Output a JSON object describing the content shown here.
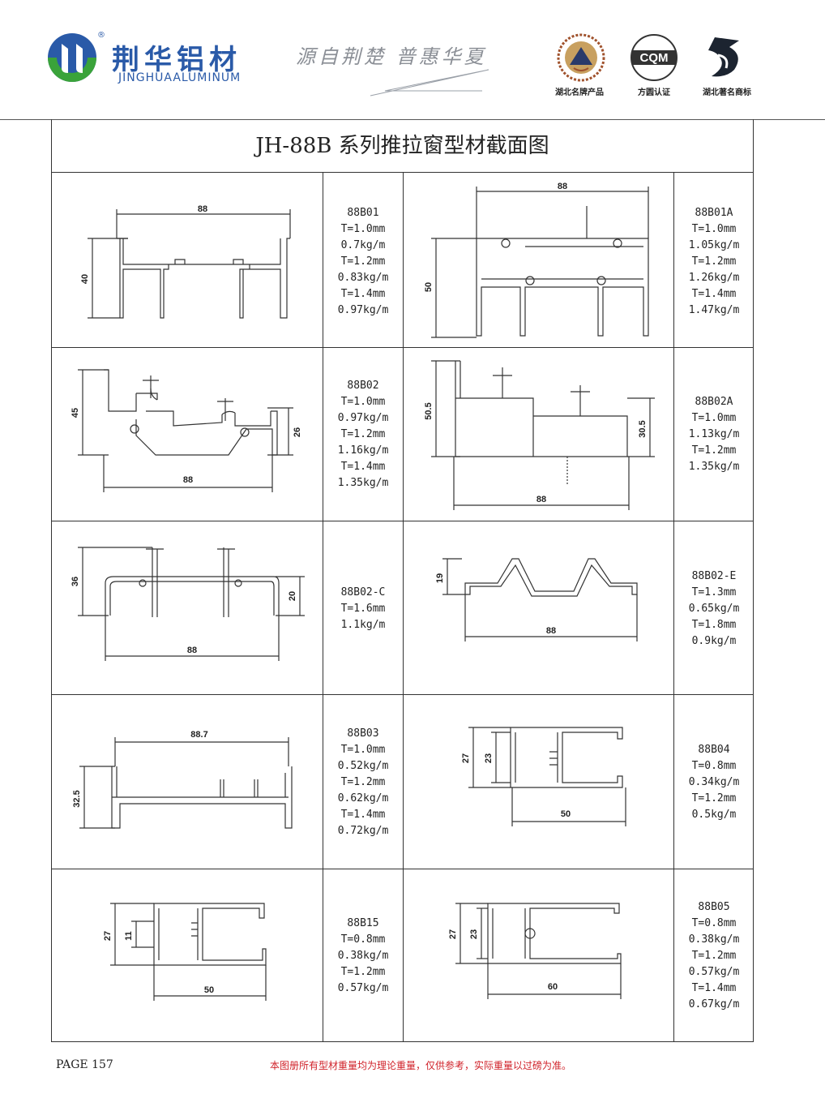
{
  "header": {
    "brand_cn": "荆华铝材",
    "brand_en": "JINGHUAALUMINUM",
    "registered_mark": "®",
    "slogan": "源自荆楚 普惠华夏",
    "certifications": [
      {
        "caption": "湖北名牌产品",
        "icon": "provincial-brand-seal-icon"
      },
      {
        "caption": "方圆认证",
        "icon": "cqm-certified-badge-icon",
        "badge_text": "CQM"
      },
      {
        "caption": "湖北著名商标",
        "icon": "famous-trademark-icon"
      }
    ],
    "colors": {
      "brand_blue": "#2a5aa8",
      "logo_green": "#3aa33a",
      "footnote_red": "#d0222a"
    }
  },
  "title": "JH-88B 系列推拉窗型材截面图",
  "profiles": [
    {
      "code": "88B01",
      "specs": [
        "T=1.0mm",
        "0.7kg/m",
        "T=1.2mm",
        "0.83kg/m",
        "T=1.4mm",
        "0.97kg/m"
      ],
      "dims": [
        "88",
        "40"
      ]
    },
    {
      "code": "88B01A",
      "specs": [
        "T=1.0mm",
        "1.05kg/m",
        "T=1.2mm",
        "1.26kg/m",
        "T=1.4mm",
        "1.47kg/m"
      ],
      "dims": [
        "88",
        "50"
      ]
    },
    {
      "code": "88B02",
      "specs": [
        "T=1.0mm",
        "0.97kg/m",
        "T=1.2mm",
        "1.16kg/m",
        "T=1.4mm",
        "1.35kg/m"
      ],
      "dims": [
        "45",
        "26",
        "88"
      ]
    },
    {
      "code": "88B02A",
      "specs": [
        "T=1.0mm",
        "1.13kg/m",
        "T=1.2mm",
        "1.35kg/m"
      ],
      "dims": [
        "50.5",
        "30.5",
        "88"
      ]
    },
    {
      "code": "88B02-C",
      "specs": [
        "T=1.6mm",
        "1.1kg/m"
      ],
      "dims": [
        "36",
        "20",
        "88"
      ]
    },
    {
      "code": "88B02-E",
      "specs": [
        "T=1.3mm",
        "0.65kg/m",
        "T=1.8mm",
        "0.9kg/m"
      ],
      "dims": [
        "19",
        "88"
      ]
    },
    {
      "code": "88B03",
      "specs": [
        "T=1.0mm",
        "0.52kg/m",
        "T=1.2mm",
        "0.62kg/m",
        "T=1.4mm",
        "0.72kg/m"
      ],
      "dims": [
        "88.7",
        "32.5"
      ]
    },
    {
      "code": "88B04",
      "specs": [
        "T=0.8mm",
        "0.34kg/m",
        "T=1.2mm",
        "0.5kg/m"
      ],
      "dims": [
        "27",
        "23",
        "50"
      ]
    },
    {
      "code": "88B15",
      "specs": [
        "T=0.8mm",
        "0.38kg/m",
        "T=1.2mm",
        "0.57kg/m"
      ],
      "dims": [
        "27",
        "11",
        "50"
      ]
    },
    {
      "code": "88B05",
      "specs": [
        "T=0.8mm",
        "0.38kg/m",
        "T=1.2mm",
        "0.57kg/m",
        "T=1.4mm",
        "0.67kg/m"
      ],
      "dims": [
        "27",
        "23",
        "60"
      ]
    }
  ],
  "footer": {
    "page": "PAGE 157",
    "note": "本图册所有型材重量均为理论重量，仅供参考，实际重量以过磅为准。"
  }
}
